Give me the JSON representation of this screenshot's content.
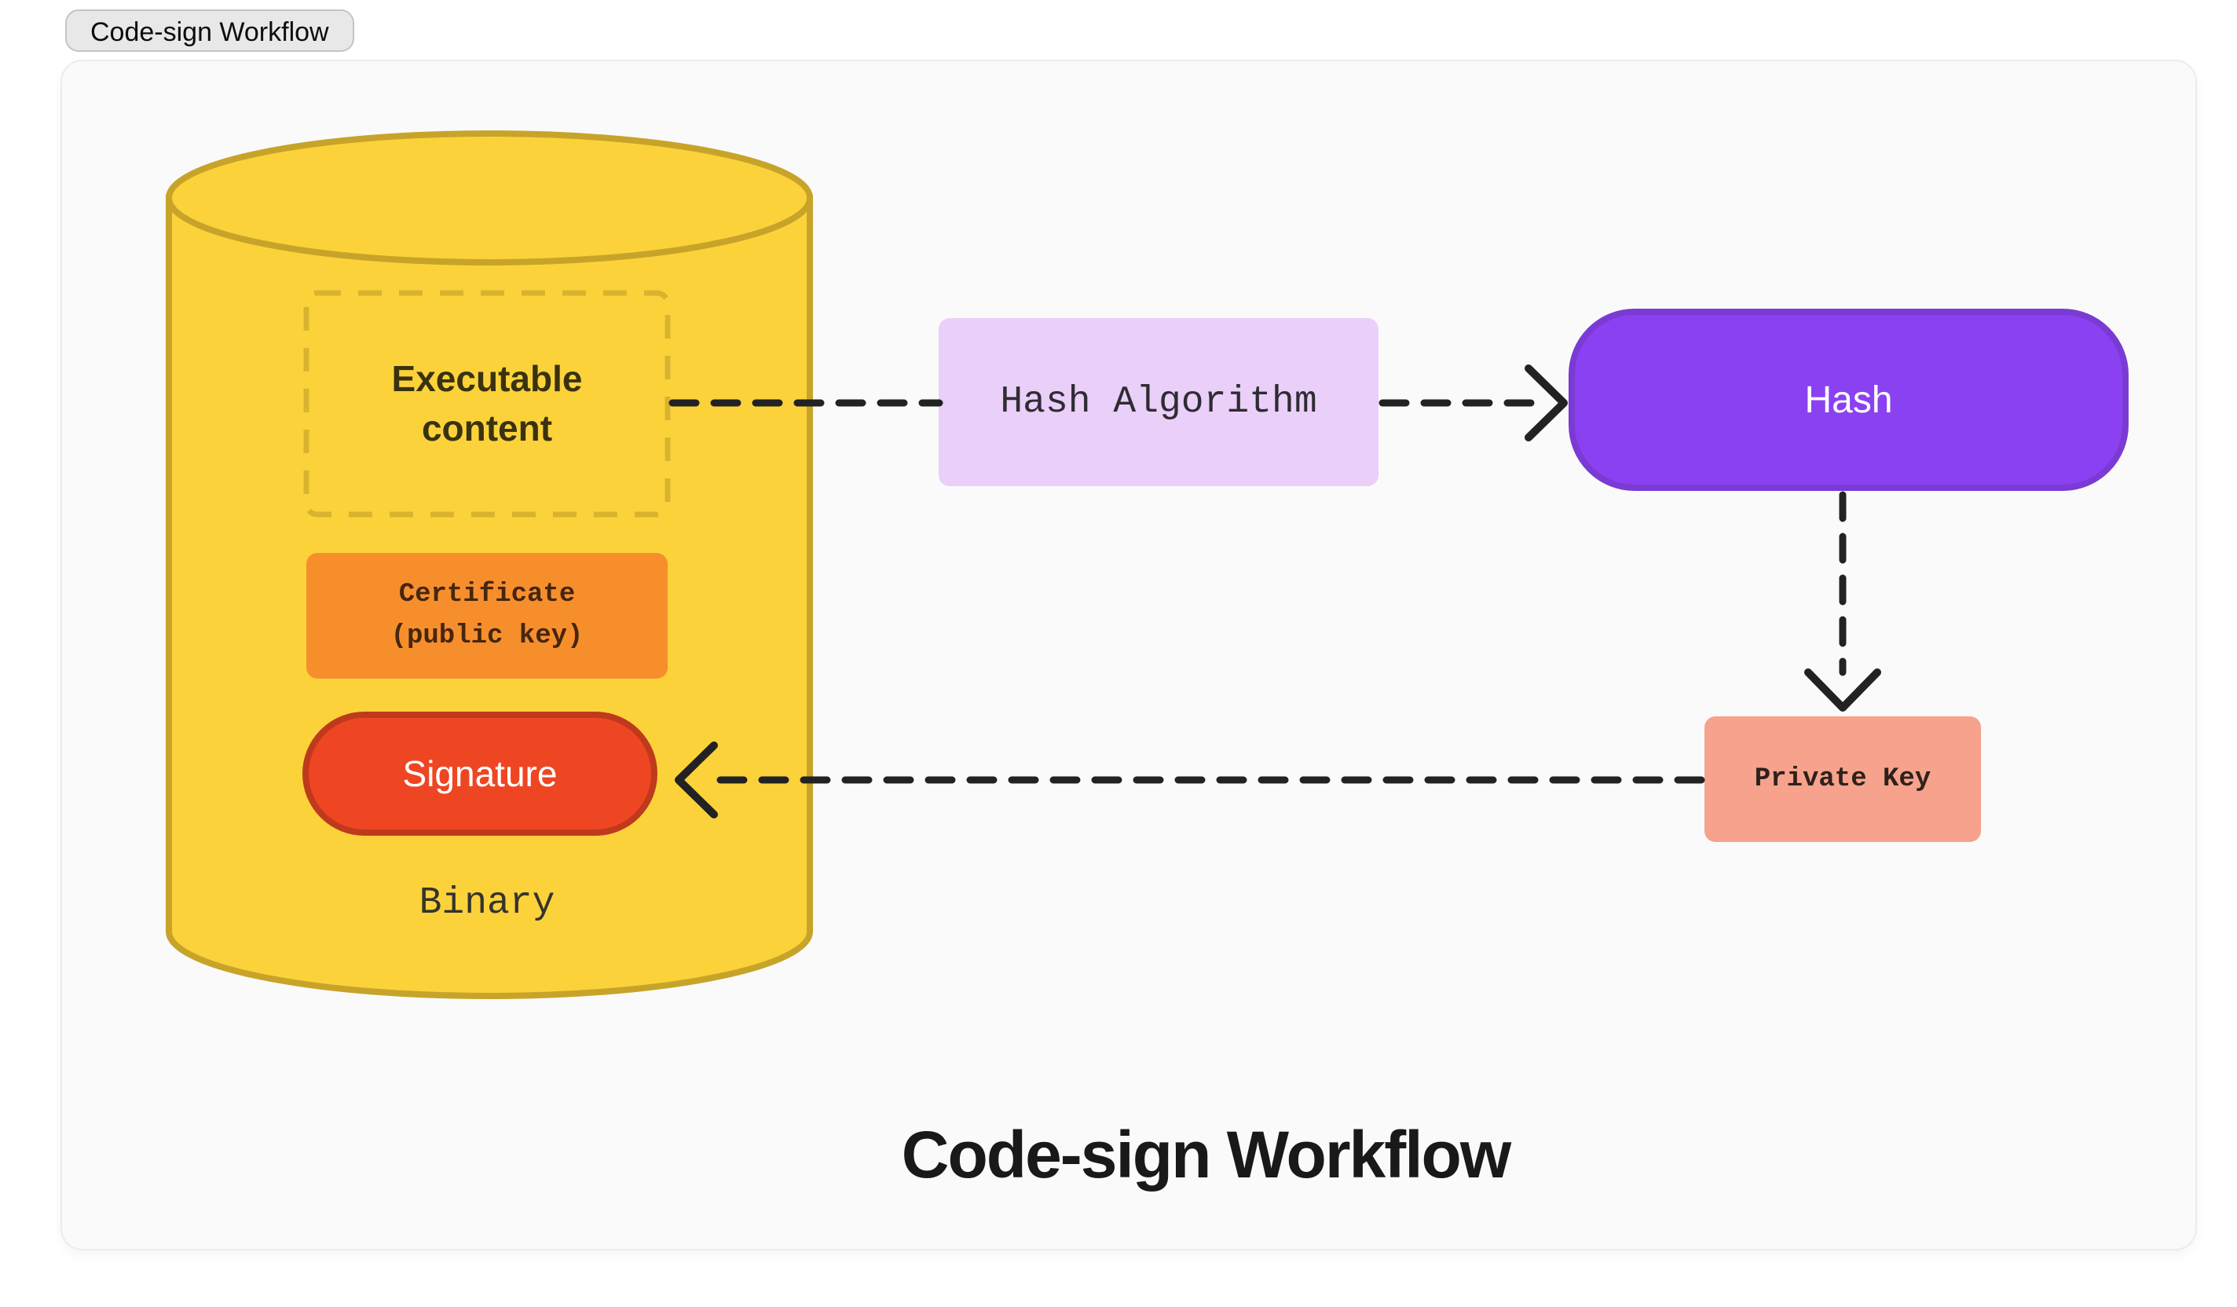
{
  "badge": {
    "label": "Code-sign Workflow"
  },
  "diagram": {
    "title": "Code-sign Workflow",
    "nodes": {
      "binary": {
        "label": "Binary",
        "shape": "cylinder"
      },
      "executable_content": {
        "label": "Executable\ncontent",
        "shape": "dashed-rect"
      },
      "certificate": {
        "label": "Certificate\n(public key)",
        "shape": "rect"
      },
      "signature": {
        "label": "Signature",
        "shape": "pill"
      },
      "hash_algorithm": {
        "label": "Hash Algorithm",
        "shape": "rect"
      },
      "hash": {
        "label": "Hash",
        "shape": "pill"
      },
      "private_key": {
        "label": "Private Key",
        "shape": "rect"
      }
    },
    "edges": [
      {
        "from": "executable_content",
        "to": "hash_algorithm",
        "style": "dashed",
        "arrowhead": false
      },
      {
        "from": "hash_algorithm",
        "to": "hash",
        "style": "dashed",
        "arrowhead": true
      },
      {
        "from": "hash",
        "to": "private_key",
        "style": "dashed",
        "arrowhead": true
      },
      {
        "from": "private_key",
        "to": "signature",
        "style": "dashed",
        "arrowhead": true
      }
    ],
    "colors": {
      "cylinder_fill": "#FCD23B",
      "cylinder_stroke": "#C7A429",
      "dashed_box_stroke": "#D8B42E",
      "certificate_fill": "#F78E2C",
      "signature_fill": "#EE4623",
      "signature_stroke": "#BF3A1D",
      "hash_algorithm_fill": "#EACFF8",
      "hash_fill": "#8A41F2",
      "hash_stroke": "#7B3AD3",
      "private_key_fill": "#F7A28C",
      "arrow": "#222222",
      "canvas_background": "#FAFAFA"
    }
  }
}
